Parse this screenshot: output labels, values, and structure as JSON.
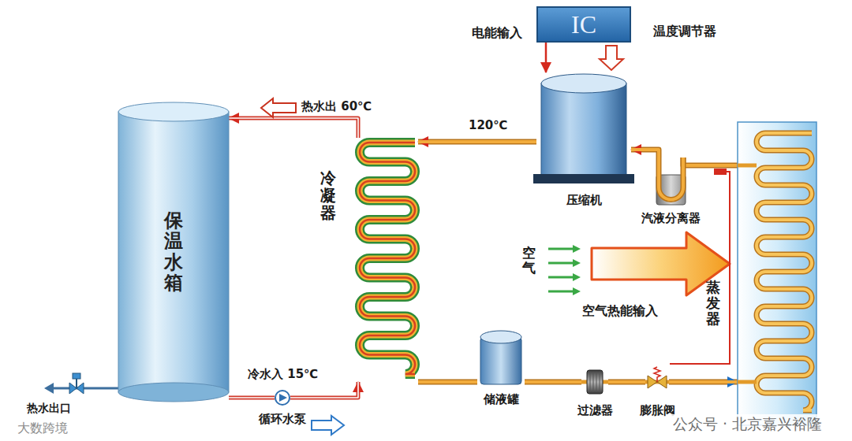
{
  "diagram": {
    "nodes": [
      {
        "text": [
          "IC"
        ]
      },
      {
        "text": [
          "压缩机"
        ]
      },
      {
        "text": [
          "汽液分离器"
        ]
      },
      {
        "text": [
          "保温水箱"
        ]
      },
      {
        "text": [
          "冷凝器"
        ]
      },
      {
        "text": [
          "蒸发器"
        ]
      },
      {
        "text": [
          "储液罐"
        ]
      },
      {
        "text": [
          "过滤器"
        ]
      },
      {
        "text": [
          "膨胀阀"
        ]
      },
      {
        "text": [
          "循环水泵"
        ]
      }
    ],
    "edges": [
      {
        "from": 1,
        "to": 4,
        "arrow": "to",
        "label": "120℃"
      },
      {
        "from": 2,
        "to": 1,
        "arrow": "to"
      },
      {
        "from": 5,
        "to": 2,
        "arrow": "none"
      },
      {
        "from": 4,
        "to": 6,
        "arrow": "none"
      },
      {
        "from": 6,
        "to": 7,
        "arrow": "none"
      },
      {
        "from": 7,
        "to": 8,
        "arrow": "none"
      },
      {
        "from": 8,
        "to": 5,
        "arrow": "to"
      },
      {
        "from": 4,
        "to": 3,
        "arrow": "to",
        "label": "热水出 60℃"
      },
      {
        "from": 3,
        "to": 9,
        "arrow": "none"
      },
      {
        "from": 9,
        "to": 4,
        "arrow": "to",
        "label": "冷水入 15℃"
      },
      {
        "from": 0,
        "to": 1,
        "arrow": "to"
      }
    ],
    "labels": [
      "电能输入",
      "温度调节器",
      "空气",
      "空气热能输入",
      "热水出口",
      "大数跨境",
      "公众号 · 北京嘉兴裕隆"
    ]
  }
}
